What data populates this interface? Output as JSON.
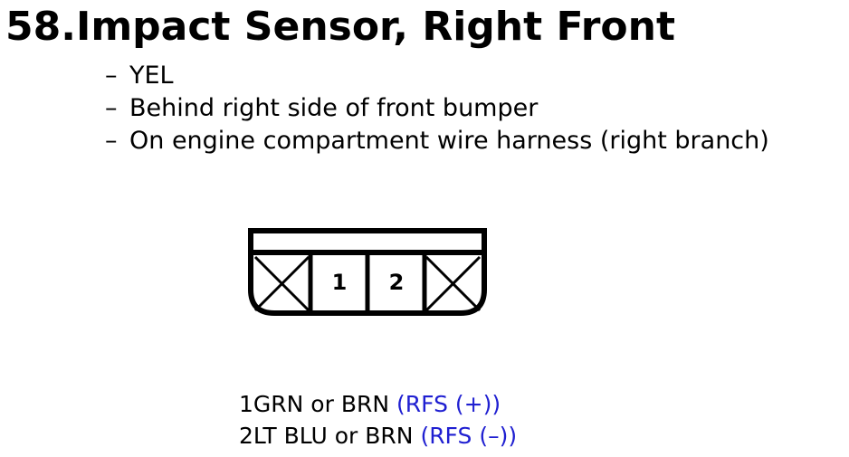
{
  "title": "58.Impact Sensor, Right Front",
  "details": [
    {
      "dash": "–",
      "text": "YEL"
    },
    {
      "dash": "–",
      "text": "Behind right side of front bumper"
    },
    {
      "dash": "–",
      "text": "On engine compartment wire harness (right branch)"
    }
  ],
  "connector": {
    "pins": [
      "1",
      "2"
    ]
  },
  "pin_assignments": [
    {
      "pin": "1",
      "wire": "GRN or BRN",
      "function": "(RFS (+))"
    },
    {
      "pin": "2",
      "wire": "LT BLU or BRN",
      "function": "(RFS (–))"
    }
  ],
  "colors": {
    "text": "#000000",
    "function_text": "#1f1fd1"
  }
}
